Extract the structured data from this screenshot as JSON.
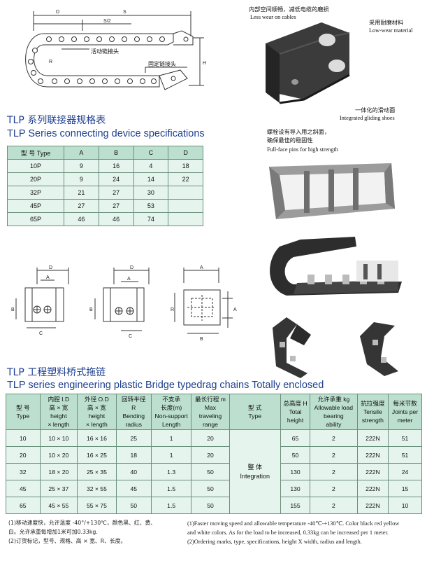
{
  "top_diagram": {
    "labels": {
      "D": "D",
      "S": "S",
      "S2": "S/2",
      "R": "R",
      "H": "H",
      "movable": "活动链接头",
      "fixed": "固定链接头"
    }
  },
  "section1": {
    "title_cn": "TLP 系列联接器规格表",
    "title_en": "TLP Series connecting device specifications",
    "headers": [
      "型 号 Type",
      "A",
      "B",
      "C",
      "D"
    ],
    "rows": [
      [
        "10P",
        "9",
        "16",
        "4",
        "18"
      ],
      [
        "20P",
        "9",
        "24",
        "14",
        "22"
      ],
      [
        "32P",
        "21",
        "27",
        "30",
        ""
      ],
      [
        "45P",
        "27",
        "27",
        "53",
        ""
      ],
      [
        "65P",
        "46",
        "46",
        "74",
        ""
      ]
    ]
  },
  "photo_callouts": {
    "less_wear_cn": "内部空间顺畅，减低电缆的磨损",
    "less_wear_en": "Less wear on cables",
    "material_cn": "采用耐磨材料",
    "material_en": "Low-wear material",
    "gliding_cn": "一体化的滑动面",
    "gliding_en": "Integrated gliding shoes",
    "pins_cn1": "螺栓设有导入用之斜面，",
    "pins_cn2": "确保最佳的稳固性",
    "pins_en": "Full-face pins for high strength"
  },
  "mid_diagrams": {
    "labels": {
      "A": "A",
      "B": "B",
      "C": "C",
      "D": "D"
    }
  },
  "section2": {
    "title_cn": "TLP 工程塑料桥式拖链",
    "title_en": "TLP series engineering plastic Bridge typedrag chains Totally enclosed",
    "headers": [
      {
        "cn": "型 号",
        "en": "Type"
      },
      {
        "cn": "内腔 I.D",
        "en1": "高 × 宽",
        "en2": "height",
        "en3": "× length"
      },
      {
        "cn": "外径 O.D",
        "en1": "高 × 宽",
        "en2": "height",
        "en3": "× length"
      },
      {
        "cn": "回转半径",
        "en1": "R",
        "en2": "Bending",
        "en3": "radius"
      },
      {
        "cn": "不支承",
        "en1": "长度(m)",
        "en2": "Non-support",
        "en3": "Length"
      },
      {
        "cn": "最长行程 m",
        "en1": "Max",
        "en2": "traveling",
        "en3": "range"
      },
      {
        "cn": "型 式",
        "en": "Type"
      },
      {
        "cn": "总高度 H",
        "en1": "Total",
        "en2": "height"
      },
      {
        "cn": "允许承重 kg",
        "en1": "Allowable load",
        "en2": "bearing",
        "en3": "ability"
      },
      {
        "cn": "抗拉强度",
        "en1": "Tensile",
        "en2": "strength"
      },
      {
        "cn": "每米节数",
        "en1": "Joints per",
        "en2": "meter"
      }
    ],
    "merged_type_cn": "整 体",
    "merged_type_en": "Integration",
    "rows": [
      [
        "10",
        "10 × 10",
        "16 × 16",
        "25",
        "1",
        "20",
        "65",
        "2",
        "222N",
        "51"
      ],
      [
        "20",
        "10 × 20",
        "16 × 25",
        "18",
        "1",
        "20",
        "50",
        "2",
        "222N",
        "51"
      ],
      [
        "32",
        "18 × 20",
        "25 × 35",
        "40",
        "1.3",
        "50",
        "130",
        "2",
        "222N",
        "24"
      ],
      [
        "45",
        "25 × 37",
        "32 × 55",
        "45",
        "1.5",
        "50",
        "130",
        "2",
        "222N",
        "15"
      ],
      [
        "65",
        "45 × 55",
        "55 × 75",
        "50",
        "1.5",
        "50",
        "155",
        "2",
        "222N",
        "10"
      ]
    ]
  },
  "notes": {
    "cn1": "(1)移动速度快，允许温度 -40°/+130℃，颜色黑、红、黄、",
    "cn1b": "白。允许承重每增加1米可加0.33kg.",
    "cn2": "(2)订货标记，型号、规格、高 × 宽、R、长度。",
    "en1": "(1)Faster moving speed and allowable temperature -40℃-+130℃. Color black red yellow",
    "en1b": "and white colors. As for the load to be increased, 0.33kg can be increased per 1 meter.",
    "en2": "(2)Ordering marks, type, specifications, height X width, radius and length."
  }
}
